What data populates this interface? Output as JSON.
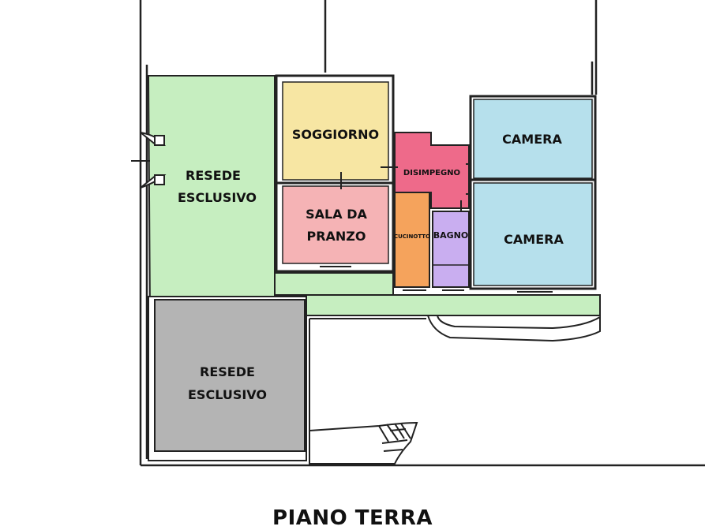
{
  "rooms": {
    "resede_1": {
      "line1": "RESEDE",
      "line2": "ESCLUSIVO",
      "color": "#c6eec0"
    },
    "soggiorno": {
      "label": "SOGGIORNO",
      "color": "#f7e6a3"
    },
    "sala_pranzo": {
      "line1": "SALA DA",
      "line2": "PRANZO",
      "color": "#f5b3b5"
    },
    "disimpegno": {
      "label": "DISIMPEGNO",
      "color": "#ee6a8a"
    },
    "cucinotto": {
      "label": "CUCINOTTO",
      "color": "#f5a35c"
    },
    "bagno": {
      "label": "BAGNO",
      "color": "#c9aef0"
    },
    "camera_1": {
      "label": "CAMERA",
      "color": "#b6e0ec"
    },
    "camera_2": {
      "label": "CAMERA",
      "color": "#b6e0ec"
    },
    "resede_2": {
      "line1": "RESEDE",
      "line2": "ESCLUSIVO",
      "color": "#b4b4b4"
    }
  },
  "caption": "PIANO TERRA"
}
